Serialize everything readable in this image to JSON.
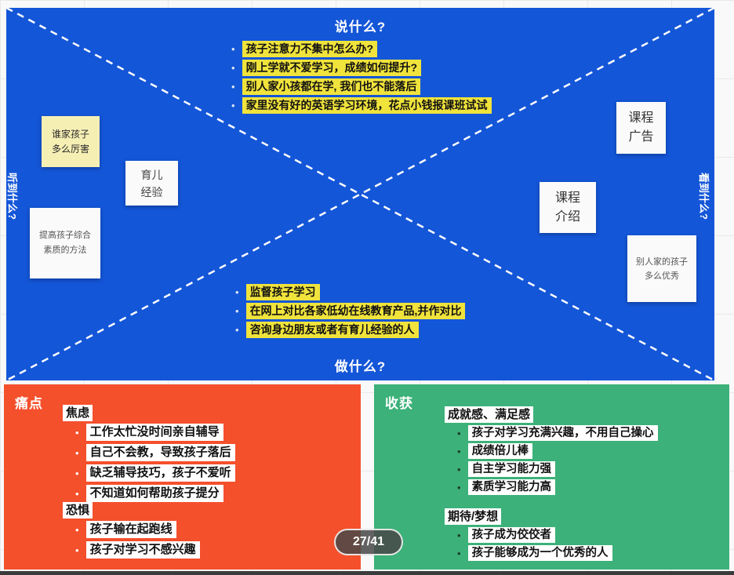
{
  "colors": {
    "blue": "#1456d8",
    "red": "#f4502c",
    "green": "#3cb179",
    "highlight_yellow": "#f0e33c",
    "sticky_yellow": "#f6efb4",
    "sticky_white": "#fafafa",
    "bottom_bar": "#3b3b3b"
  },
  "empathy_map": {
    "say": {
      "title": "说什么?",
      "items": [
        "孩子注意力不集中怎么办?",
        "刚上学就不爱学习，成绩如何提升?",
        "别人家小孩都在学, 我们也不能落后",
        "家里没有好的英语学习环境，花点小钱报课班试试"
      ]
    },
    "do": {
      "title": "做什么?",
      "items": [
        "监督孩子学习",
        "在网上对比各家低幼在线教育产品,并作对比",
        "咨询身边朋友或者有育儿经验的人"
      ]
    },
    "hear": {
      "title": "听到什么?"
    },
    "see": {
      "title": "看到什么?"
    },
    "stickies": {
      "who_kid": "谁家孩子\n多么厉害",
      "parenting": "育儿\n经验",
      "improve": "提高孩子综合\n素质的方法",
      "course_ad": "课程\n广告",
      "course_intro": "课程\n介绍",
      "other_kids": "别人家的孩子\n多么优秀"
    }
  },
  "pains": {
    "title": "痛点",
    "groups": [
      {
        "label": "焦虑",
        "items": [
          "工作太忙没时间亲自辅导",
          "自己不会教，导致孩子落后",
          "缺乏辅导技巧，孩子不爱听",
          "不知道如何帮助孩子提分"
        ]
      },
      {
        "label": "恐惧",
        "items": [
          "孩子输在起跑线",
          "孩子对学习不感兴趣"
        ]
      }
    ]
  },
  "gains": {
    "title": "收获",
    "groups": [
      {
        "label": "成就感、满足感",
        "items": [
          "孩子对学习充满兴趣，不用自己操心",
          "成绩倍儿棒",
          "自主学习能力强",
          "素质学习能力高"
        ]
      },
      {
        "label": "期待/梦想",
        "items": [
          "孩子成为佼佼者",
          "孩子能够成为一个优秀的人"
        ]
      }
    ]
  },
  "pager": {
    "label": "27/41"
  }
}
